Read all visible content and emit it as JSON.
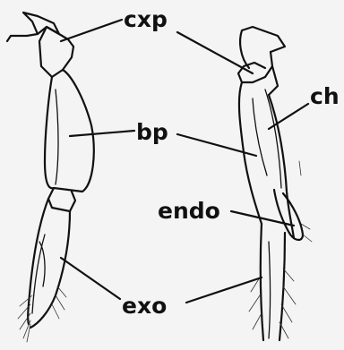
{
  "labels": {
    "cxp": "cxp",
    "bp": "bp",
    "ch": "ch",
    "endo": "endo",
    "exo": "exo"
  }
}
